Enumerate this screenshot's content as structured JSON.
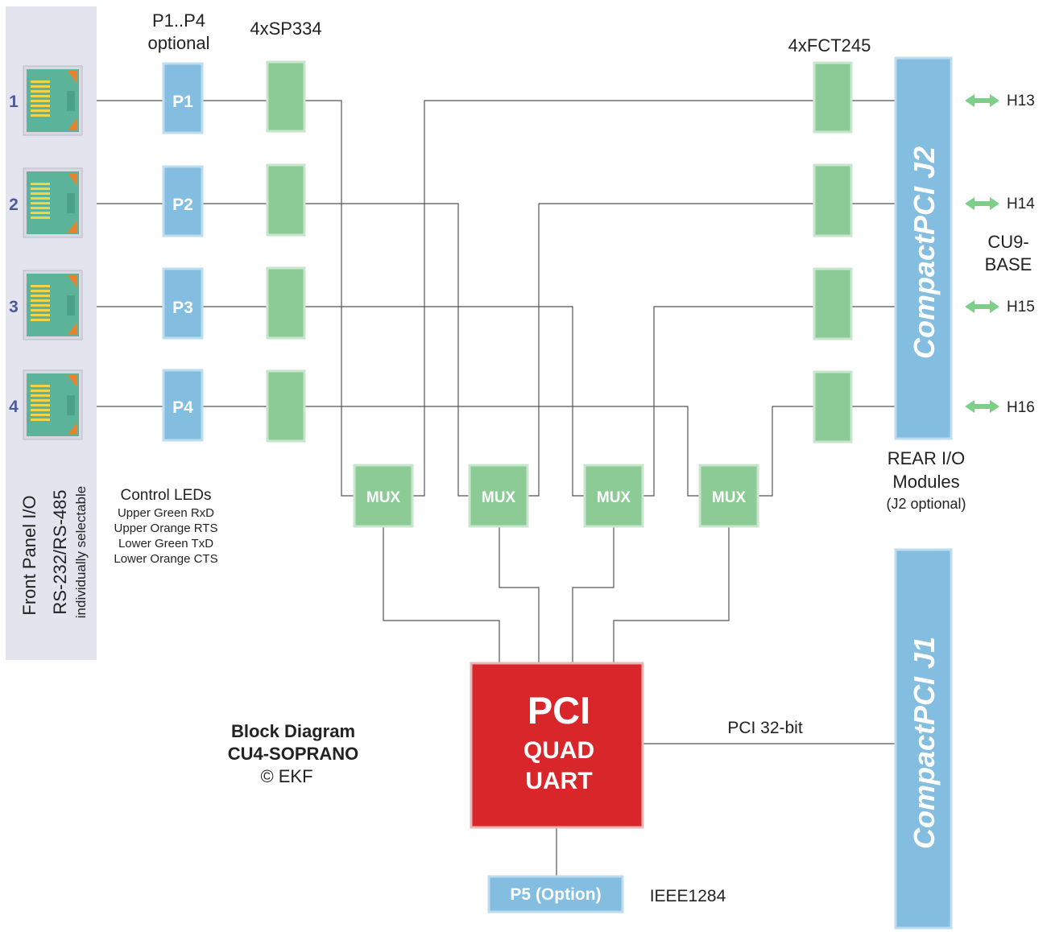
{
  "title": {
    "line1": "Block Diagram",
    "line2": "CU4-SOPRANO",
    "line3": "© EKF"
  },
  "front_panel": {
    "label": "Front Panel I/O",
    "mode_label": "RS-232/RS-485",
    "mode_sub": "individually selectable",
    "ports": [
      "1",
      "2",
      "3",
      "4"
    ]
  },
  "options_header": {
    "line1": "P1..P4",
    "line2": "optional"
  },
  "option_boxes": [
    "P1",
    "P2",
    "P3",
    "P4"
  ],
  "transceiver_header": "4xSP334",
  "buffer_header": "4xFCT245",
  "mux_label": "MUX",
  "leds": {
    "title": "Control LEDs",
    "lines": [
      "Upper Green RxD",
      "Upper Orange RTS",
      "Lower Green TxD",
      "Lower Orange CTS"
    ]
  },
  "uart": {
    "line1": "PCI",
    "line2": "QUAD",
    "line3": "UART"
  },
  "pci_bus_label": "PCI 32-bit",
  "p5": {
    "label": "P5 (Option)",
    "standard": "IEEE1284"
  },
  "j2": {
    "label": "CompactPCI J2"
  },
  "j1": {
    "label": "CompactPCI J1"
  },
  "rear_headers": [
    "H13",
    "H14",
    "H15",
    "H16"
  ],
  "base_board": {
    "line1": "CU9-",
    "line2": "BASE"
  },
  "rear_io": {
    "line1": "REAR I/O",
    "line2": "Modules",
    "line3": "(J2 optional)"
  },
  "colors": {
    "panel_bg": "#e3e4ee",
    "port_body": "#5bb39a",
    "port_pin": "#f2d44a",
    "port_corner": "#e8822e",
    "port_number": "#4a5a9a",
    "blue_box": "#83bde0",
    "green_box": "#8ccb96",
    "uart_red": "#d8262a",
    "line": "#555555",
    "arrow_green": "#7ccf86"
  }
}
